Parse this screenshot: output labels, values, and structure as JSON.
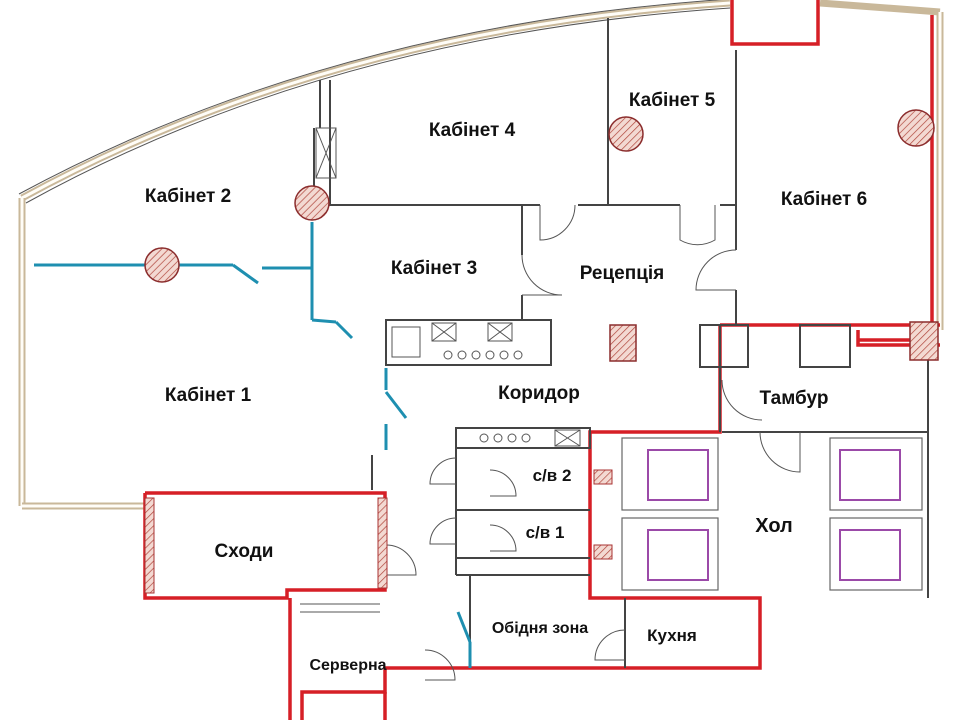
{
  "rooms": {
    "kabinet1": "Кабінет 1",
    "kabinet2": "Кабінет 2",
    "kabinet3": "Кабінет 3",
    "kabinet4": "Кабінет 4",
    "kabinet5": "Кабінет 5",
    "kabinet6": "Кабінет 6",
    "reception": "Рецепція",
    "corridor": "Коридор",
    "tambur": "Тамбур",
    "hall": "Хол",
    "wc2": "с/в 2",
    "wc1": "с/в 1",
    "stairs": "Сходи",
    "dining": "Обідня зона",
    "kitchen": "Кухня",
    "server": "Серверна"
  },
  "colors": {
    "load_bearing": "#d61f26",
    "partition": "#1e8fb0",
    "elevator": "#9b4aa8",
    "facade": "#c9b89a"
  }
}
